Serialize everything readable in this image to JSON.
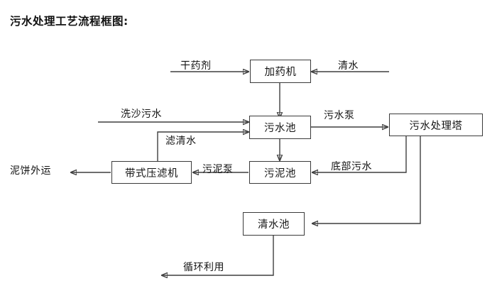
{
  "title": "污水处理工艺流程框图:",
  "diagram": {
    "nodes": [
      {
        "id": "dosing-machine",
        "label": "加药机"
      },
      {
        "id": "sewage-pool",
        "label": "污水池"
      },
      {
        "id": "sewage-treatment-tower",
        "label": "污水处理塔"
      },
      {
        "id": "belt-filter-press",
        "label": "带式压滤机"
      },
      {
        "id": "sludge-pool",
        "label": "污泥池"
      },
      {
        "id": "clear-water-pool",
        "label": "清水池"
      }
    ],
    "edge_labels": [
      {
        "id": "dry-agent",
        "label": "干药剂"
      },
      {
        "id": "clean-water-in",
        "label": "清水"
      },
      {
        "id": "sand-washing-sewage",
        "label": "洗沙污水"
      },
      {
        "id": "filtered-clear-water",
        "label": "滤清水"
      },
      {
        "id": "sewage-pump",
        "label": "污水泵"
      },
      {
        "id": "mud-cake-transport",
        "label": "泥饼外运"
      },
      {
        "id": "sludge-pump",
        "label": "污泥泵"
      },
      {
        "id": "bottom-sewage",
        "label": "底部污水"
      },
      {
        "id": "recycle-reuse",
        "label": "循环利用"
      }
    ],
    "colors": {
      "line": "#3f3f3f",
      "box_border": "#3a3a3a",
      "text": "#151515",
      "background": "#ffffff"
    }
  }
}
